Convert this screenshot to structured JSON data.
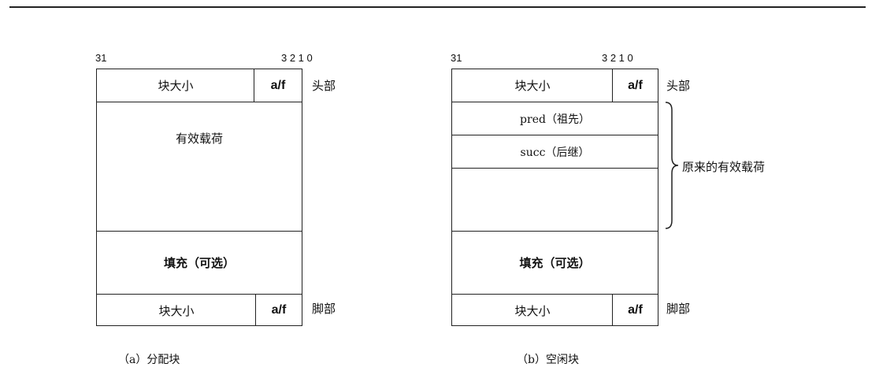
{
  "bit_labels": {
    "high": "31",
    "low": "3 2 1 0"
  },
  "blocks": [
    {
      "id": "allocated",
      "header": {
        "size_label": "块大小",
        "af_label": "a/f",
        "side_label": "头部"
      },
      "payload_label": "有效载荷",
      "padding_label": "填充（可选）",
      "footer": {
        "size_label": "块大小",
        "af_label": "a/f",
        "side_label": "脚部"
      },
      "caption": "（a）分配块"
    },
    {
      "id": "free",
      "header": {
        "size_label": "块大小",
        "af_label": "a/f",
        "side_label": "头部"
      },
      "pred_label": "pred（祖先）",
      "succ_label": "succ（后继）",
      "brace_label": "原来的有效载荷",
      "padding_label": "填充（可选）",
      "footer": {
        "size_label": "块大小",
        "af_label": "a/f",
        "side_label": "脚部"
      },
      "caption": "（b）空闲块"
    }
  ]
}
